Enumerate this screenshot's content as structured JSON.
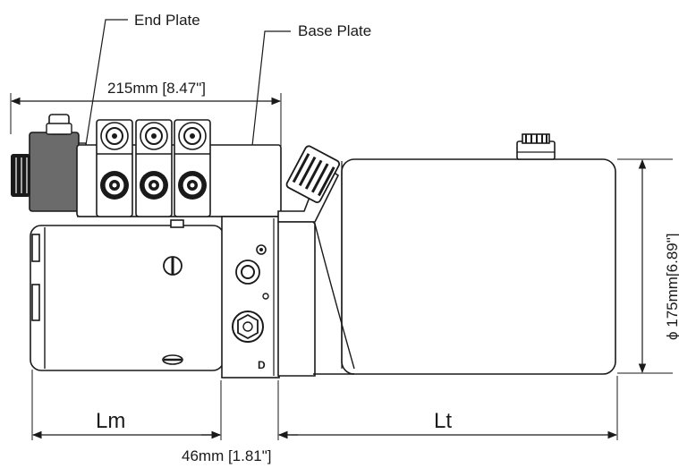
{
  "labels": {
    "end_plate": "End Plate",
    "base_plate": "Base Plate",
    "width_top": "215mm [8.47\"]",
    "diameter": "ϕ 175mm[6.89\"]",
    "motor_length": "Lm",
    "tank_length": "Lt",
    "manifold_width": "46mm [1.81\"]",
    "marking": "D"
  },
  "colors": {
    "line": "#1a1a1a",
    "solenoid_fill": "#6b6b6b",
    "background": "#ffffff"
  },
  "components": {
    "valves": 3,
    "icons": [
      "solenoid-coil-icon",
      "valve-cartridge-icon",
      "port-fitting-icon",
      "breather-cap-icon",
      "filler-cap-icon"
    ]
  }
}
